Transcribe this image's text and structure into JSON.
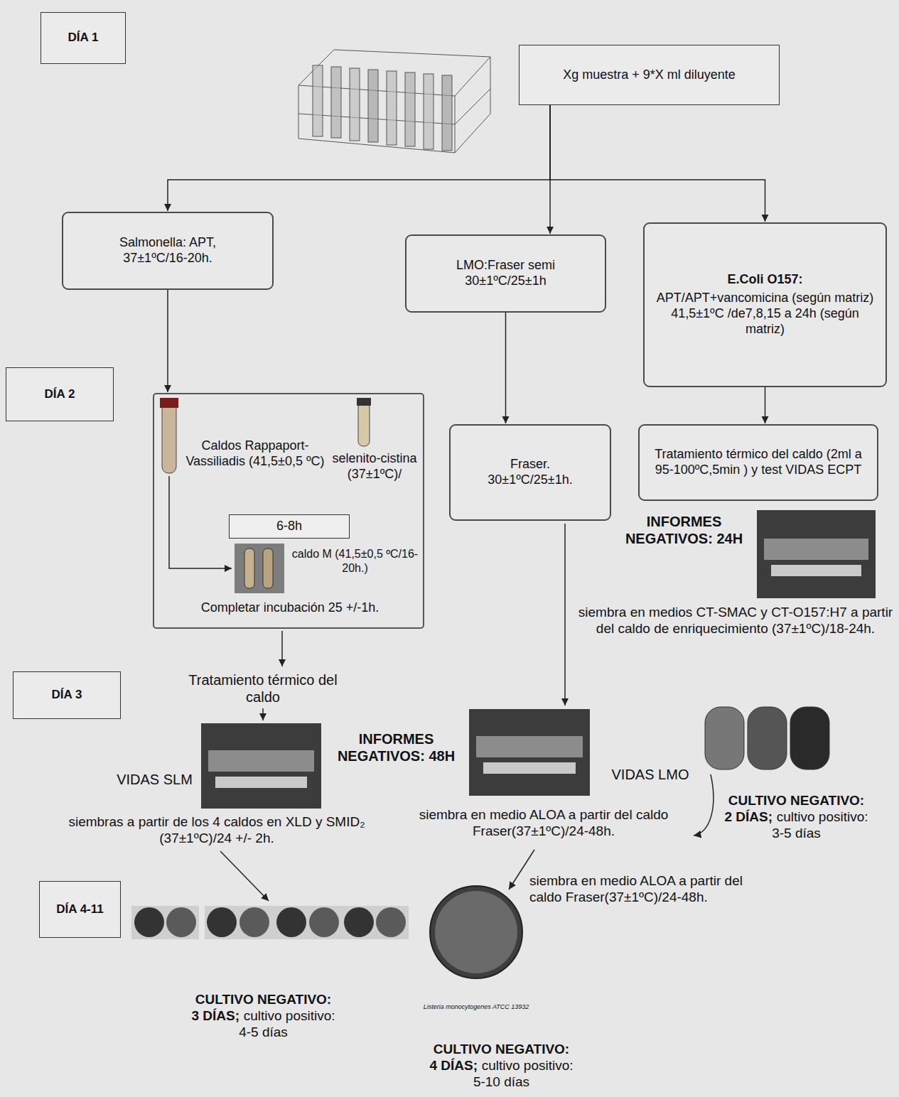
{
  "diagram": {
    "nodes": [
      {
        "text": [
          "DÍA 1"
        ]
      },
      {
        "text": [
          "Xg muestra + 9*X ml diluyente"
        ]
      },
      {
        "text": [
          "Salmonella: APT, 37±1ºC/16-20h."
        ]
      },
      {
        "text": [
          "LMO:Fraser semi 30±1ºC/25±1h"
        ]
      },
      {
        "text": [
          "E.Coli O157:",
          "APT/APT+vancomicina (según matriz) 41,5±1ºC /de7,8,15 a 24h (según matriz)"
        ]
      },
      {
        "text": [
          "DÍA 2"
        ]
      },
      {
        "text": [
          "Caldos Rappaport-Vassiliadis (41,5±0,5 ºC)",
          "selenito-cistina (37±1ºC)/",
          "caldo M (41,5±0,5 ºC/16-20h.)",
          "Completar incubación 25 +/-1h."
        ]
      },
      {
        "text": [
          "6-8h"
        ],
        "in": 6
      },
      {
        "text": [
          "Fraser. 30±1ºC/25±1h."
        ]
      },
      {
        "text": [
          "Tratamiento térmico del caldo (2ml a 95-100ºC,5min ) y test VIDAS ECPT"
        ]
      },
      {
        "text": [
          "DÍA 3"
        ]
      },
      {
        "text": [
          "DÍA 4-11"
        ]
      }
    ],
    "edges": [
      {
        "from": 1,
        "to": 2,
        "arrow": "to"
      },
      {
        "from": 1,
        "to": 3,
        "arrow": "to"
      },
      {
        "from": 1,
        "to": 4,
        "arrow": "to"
      },
      {
        "from": 2,
        "to": 6,
        "arrow": "to"
      },
      {
        "from": 3,
        "to": 8,
        "arrow": "to"
      },
      {
        "from": 4,
        "to": 9,
        "arrow": "to"
      }
    ],
    "labels": [
      "INFORMES NEGATIVOS: 24H",
      "siembra en medios CT-SMAC y CT-O157:H7 a partir del caldo de enriquecimiento (37±1ºC)/18-24h.",
      "Tratamiento térmico del caldo",
      "INFORMES NEGATIVOS: 48H",
      "VIDAS SLM",
      "VIDAS LMO",
      "CULTIVO NEGATIVO: 2 DÍAS;",
      "cultivo positivo: 3-5 días",
      "siembras a partir de los 4 caldos en XLD y SMID₂ (37±1ºC)/24 +/- 2h.",
      "siembra en medio ALOA a partir del caldo Fraser(37±1ºC)/24-48h.",
      "siembra en medio ALOA a partir del caldo Fraser(37±1ºC)/24-48h.",
      "Listeria monocytogenes ATCC 13932",
      "CULTIVO NEGATIVO: 3 DÍAS;",
      "cultivo positivo: 4-5 días",
      "CULTIVO NEGATIVO: 4 DÍAS;",
      "cultivo positivo: 5-10 días"
    ]
  }
}
